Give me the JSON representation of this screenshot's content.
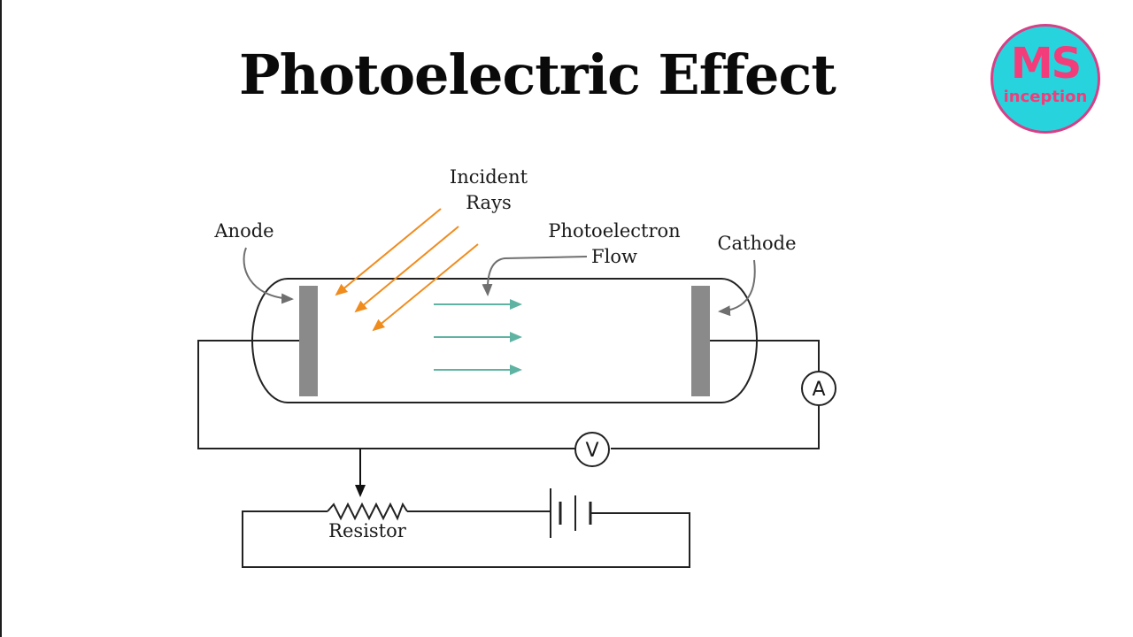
{
  "title": "Photoelectric Effect",
  "logo": {
    "mark": "MS",
    "text": "inception"
  },
  "labels": {
    "incident_line1": "Incident",
    "incident_line2": "Rays",
    "anode": "Anode",
    "photoelectron_line1": "Photoelectron",
    "photoelectron_line2": "Flow",
    "cathode": "Cathode",
    "ammeter": "A",
    "voltmeter": "V",
    "resistor": "Resistor"
  },
  "colors": {
    "incident_rays": "#f08c1e",
    "electron_flow": "#5fb3a3",
    "electrode": "#8a8a8a",
    "logo_bg": "#27d4dd",
    "logo_text": "#f23d7a"
  }
}
